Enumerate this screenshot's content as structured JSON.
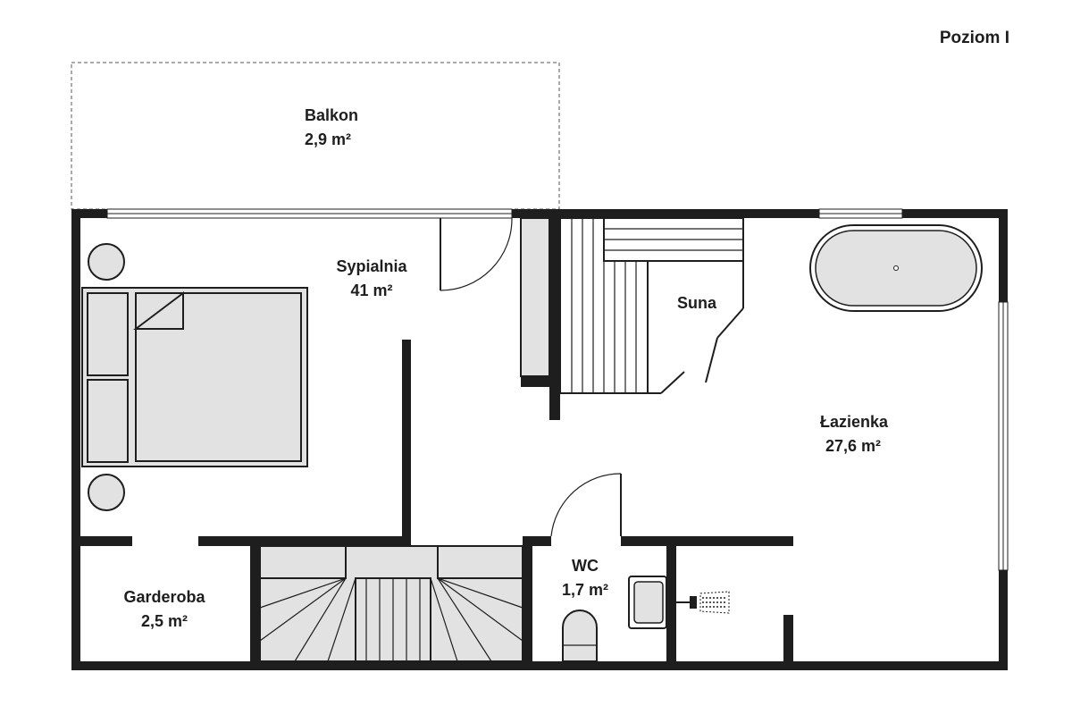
{
  "title": "Poziom I",
  "area_unit": "m²",
  "rooms": {
    "balcony": {
      "name": "Balkon",
      "area": "2,9"
    },
    "bedroom": {
      "name": "Sypialnia",
      "area": "41"
    },
    "sauna": {
      "name": "Suna"
    },
    "bathroom": {
      "name": "Łazienka",
      "area": "27,6"
    },
    "wc": {
      "name": "WC",
      "area": "1,7"
    },
    "wardrobe": {
      "name": "Garderoba",
      "area": "2,5"
    }
  }
}
